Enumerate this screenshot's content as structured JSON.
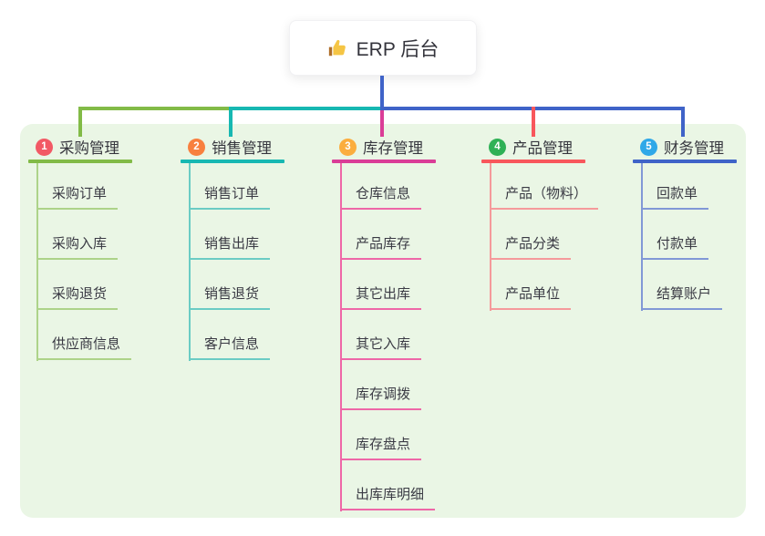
{
  "root": {
    "icon": "thumbs-up",
    "label": "ERP 后台"
  },
  "canvas": {
    "panel_background": "#EAF6E5",
    "text_color": "#3A3A44"
  },
  "branches": [
    {
      "num": "1",
      "label": "采购管理",
      "colors": {
        "badge": "#F25965",
        "main": "#82BB47",
        "light": "#ADD389"
      },
      "items": [
        "采购订单",
        "采购入库",
        "采购退货",
        "供应商信息"
      ]
    },
    {
      "num": "2",
      "label": "销售管理",
      "colors": {
        "badge": "#F8803F",
        "main": "#17B8B2",
        "light": "#6BCCC4"
      },
      "items": [
        "销售订单",
        "销售出库",
        "销售退货",
        "客户信息"
      ]
    },
    {
      "num": "3",
      "label": "库存管理",
      "colors": {
        "badge": "#FBAD3E",
        "main": "#DA3D97",
        "light": "#EE67A7"
      },
      "items": [
        "仓库信息",
        "产品库存",
        "其它出库",
        "其它入库",
        "库存调拨",
        "库存盘点",
        "出库库明细"
      ]
    },
    {
      "num": "4",
      "label": "产品管理",
      "colors": {
        "badge": "#2FB156",
        "main": "#F8575C",
        "light": "#F59A9B"
      },
      "items": [
        "产品（物料）",
        "产品分类",
        "产品单位"
      ]
    },
    {
      "num": "5",
      "label": "财务管理",
      "colors": {
        "badge": "#2FA8E8",
        "main": "#3F63C8",
        "light": "#8198D6"
      },
      "items": [
        "回款单",
        "付款单",
        "结算账户"
      ]
    }
  ]
}
